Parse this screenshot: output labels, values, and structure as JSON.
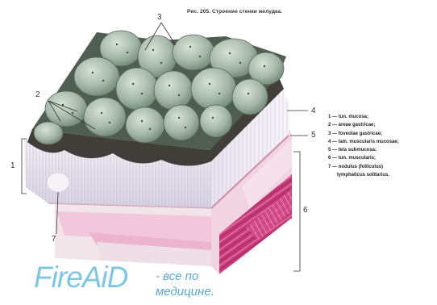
{
  "figure": {
    "title": "Рис. 205. Строение стенки желудка."
  },
  "legend": [
    "1 — tun. mucosa;",
    "2 — areae gastricae;",
    "3 — foveolae gastricae;",
    "4 — lam. muscularis mucosae;",
    "5 — tela submucosa;",
    "6 — tun. muscularis;",
    "7 — nodulus (folliculus)",
    "lymphaticus solitarius."
  ],
  "callouts": [
    "1",
    "2",
    "3",
    "4",
    "5",
    "6",
    "7"
  ],
  "watermark": {
    "brand": "FireAiD",
    "tagline_line1": "- все по",
    "tagline_line2": "медицине."
  },
  "colors": {
    "mucosa_fold": "#a7b8a9",
    "mucosa_dark": "#2d2a26",
    "submucosa": "#f4d8e4",
    "muscularis": "#c9367a",
    "watermark": "#7fc6e6"
  }
}
